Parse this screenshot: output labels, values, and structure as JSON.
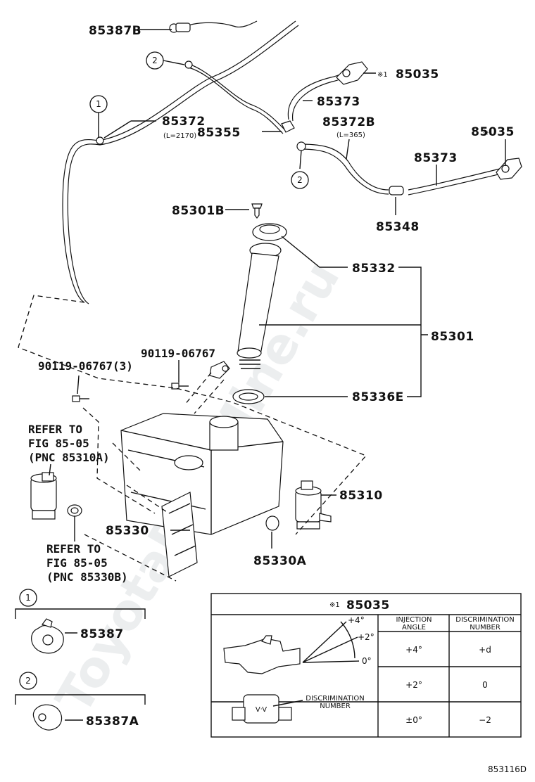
{
  "labels": {
    "p85387B": "85387B",
    "p85372": "85372",
    "p85372_len": "(L=2170)",
    "p85355": "85355",
    "p85373_top": "85373",
    "p85035_top": "85035",
    "p85035_top_mark": "※1",
    "p85372B": "85372B",
    "p85372B_len": "(L=365)",
    "p85035_right": "85035",
    "p85035_right_mark": "※1",
    "p85373_right": "85373",
    "p85301B": "85301B",
    "p85348": "85348",
    "p85332": "85332",
    "p85301": "85301",
    "bolt_left": "90119-06767(3)",
    "bolt_mid": "90119-06767",
    "p85336E": "85336E",
    "refer1_l1": "REFER TO",
    "refer1_l2": "FIG 85-05",
    "refer1_l3": "(PNC 85310A)",
    "p85310": "85310",
    "p85330": "85330",
    "refer2_l1": "REFER TO",
    "refer2_l2": "FIG 85-05",
    "refer2_l3": "(PNC 85330B)",
    "p85330A": "85330A",
    "circle1": "1",
    "circle2": "2",
    "p85387": "85387",
    "p85387A": "85387A",
    "fig_code": "853116D"
  },
  "table": {
    "title_mark": "※1",
    "title": "85035",
    "col1_l1": "INJECTION",
    "col1_l2": "ANGLE",
    "col2_l1": "DISCRIMINATION",
    "col2_l2": "NUMBER",
    "angle_plus4": "+4°",
    "angle_plus2": "+2°",
    "angle_zero": "0°",
    "disc_label_l1": "DISCRIMINATION",
    "disc_label_l2": "NUMBER",
    "stamp": "VᐧV",
    "rows": [
      {
        "angle": "+4°",
        "number": "+d"
      },
      {
        "angle": "+2°",
        "number": "0"
      },
      {
        "angle": "±0°",
        "number": "−2"
      }
    ]
  },
  "watermark": "ToyotaPartMine.ru"
}
